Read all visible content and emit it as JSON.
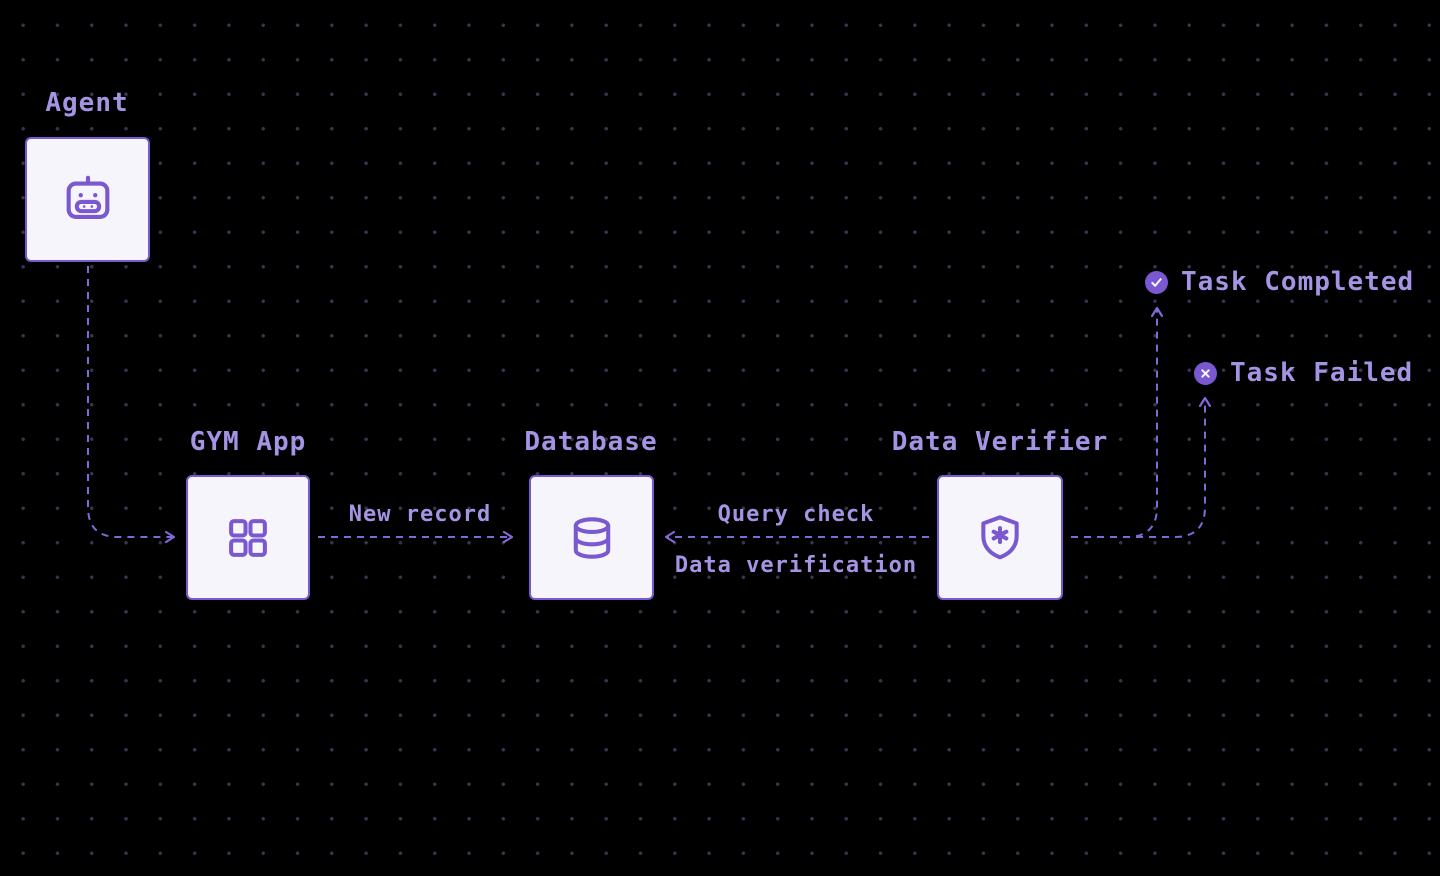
{
  "diagram": {
    "nodes": [
      {
        "id": "agent",
        "label": "Agent",
        "icon": "robot-icon"
      },
      {
        "id": "gym-app",
        "label": "GYM App",
        "icon": "app-grid-icon"
      },
      {
        "id": "database",
        "label": "Database",
        "icon": "database-icon"
      },
      {
        "id": "data-verifier",
        "label": "Data Verifier",
        "icon": "shield-star-icon"
      }
    ],
    "edges": {
      "agent_to_gym": {
        "label": ""
      },
      "gym_to_db": {
        "label": "New record"
      },
      "verifier_to_db": {
        "label_top": "Query check",
        "label_bottom": "Data verification"
      }
    },
    "outcomes": [
      {
        "id": "task-completed",
        "label": "Task Completed",
        "icon": "check-circle-icon"
      },
      {
        "id": "task-failed",
        "label": "Task Failed",
        "icon": "x-circle-icon"
      }
    ],
    "colors": {
      "background": "#000000",
      "dot_grid": "#3a3450",
      "accent": "#7a58d0",
      "edge": "#8468d9",
      "text": "#a593e4",
      "node_fill": "#f7f5fc",
      "badge_glyph": "#f7f5fc"
    }
  }
}
